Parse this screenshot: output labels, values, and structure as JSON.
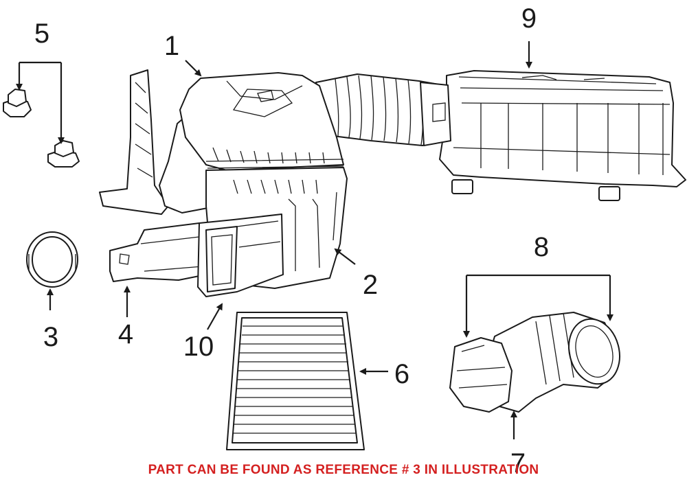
{
  "callouts": {
    "c1": "1",
    "c2": "2",
    "c3": "3",
    "c4": "4",
    "c5": "5",
    "c6": "6",
    "c7": "7",
    "c8": "8",
    "c9": "9",
    "c10": "10"
  },
  "note": "PART CAN BE FOUND AS REFERENCE # 3 IN ILLUSTRATION",
  "colors": {
    "note": "#d42020",
    "line": "#1a1a1a",
    "background": "#ffffff"
  }
}
